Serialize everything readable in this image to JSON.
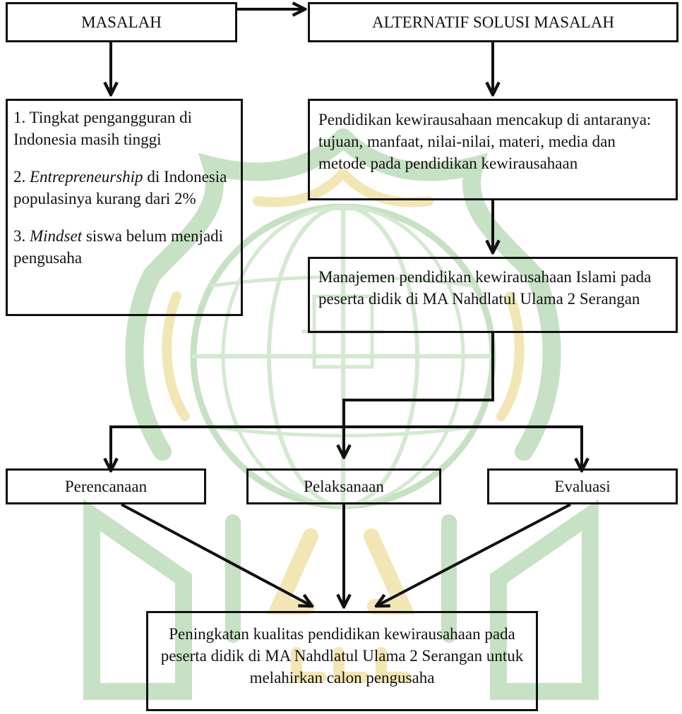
{
  "colors": {
    "ink": "#111111",
    "watermark_green": "#c6e1c3",
    "watermark_yellow": "#f3e6b5"
  },
  "diagram": {
    "masalah": "MASALAH",
    "alternatif": "ALTERNATIF SOLUSI MASALAH",
    "problems": {
      "p1": "1. Tingkat pengangguran di Indonesia masih tinggi",
      "p2_num": "2. ",
      "p2_em": "Entrepreneurship",
      "p2_rest": " di Indonesia populasinya kurang dari 2%",
      "p3_num": "3. ",
      "p3_em": "Mindset",
      "p3_rest": " siswa belum menjadi pengusaha"
    },
    "pendidikan": "Pendidikan kewirausahaan mencakup di antaranya: tujuan, manfaat, nilai-nilai, materi, media dan  metode pada pendidikan kewirausahaan",
    "manajemen": "Manajemen pendidikan kewirausahaan Islami pada peserta didik di MA Nahdlatul Ulama 2 Serangan",
    "perencanaan": "Perencanaan",
    "pelaksanaan": "Pelaksanaan",
    "evaluasi": "Evaluasi",
    "peningkatan": "Peningkatan kualitas pendidikan kewirausahaan pada peserta didik di MA Nahdlatul Ulama 2 Serangan untuk melahirkan calon pengusaha"
  },
  "watermark": {
    "name": "institution-logo-watermark"
  }
}
